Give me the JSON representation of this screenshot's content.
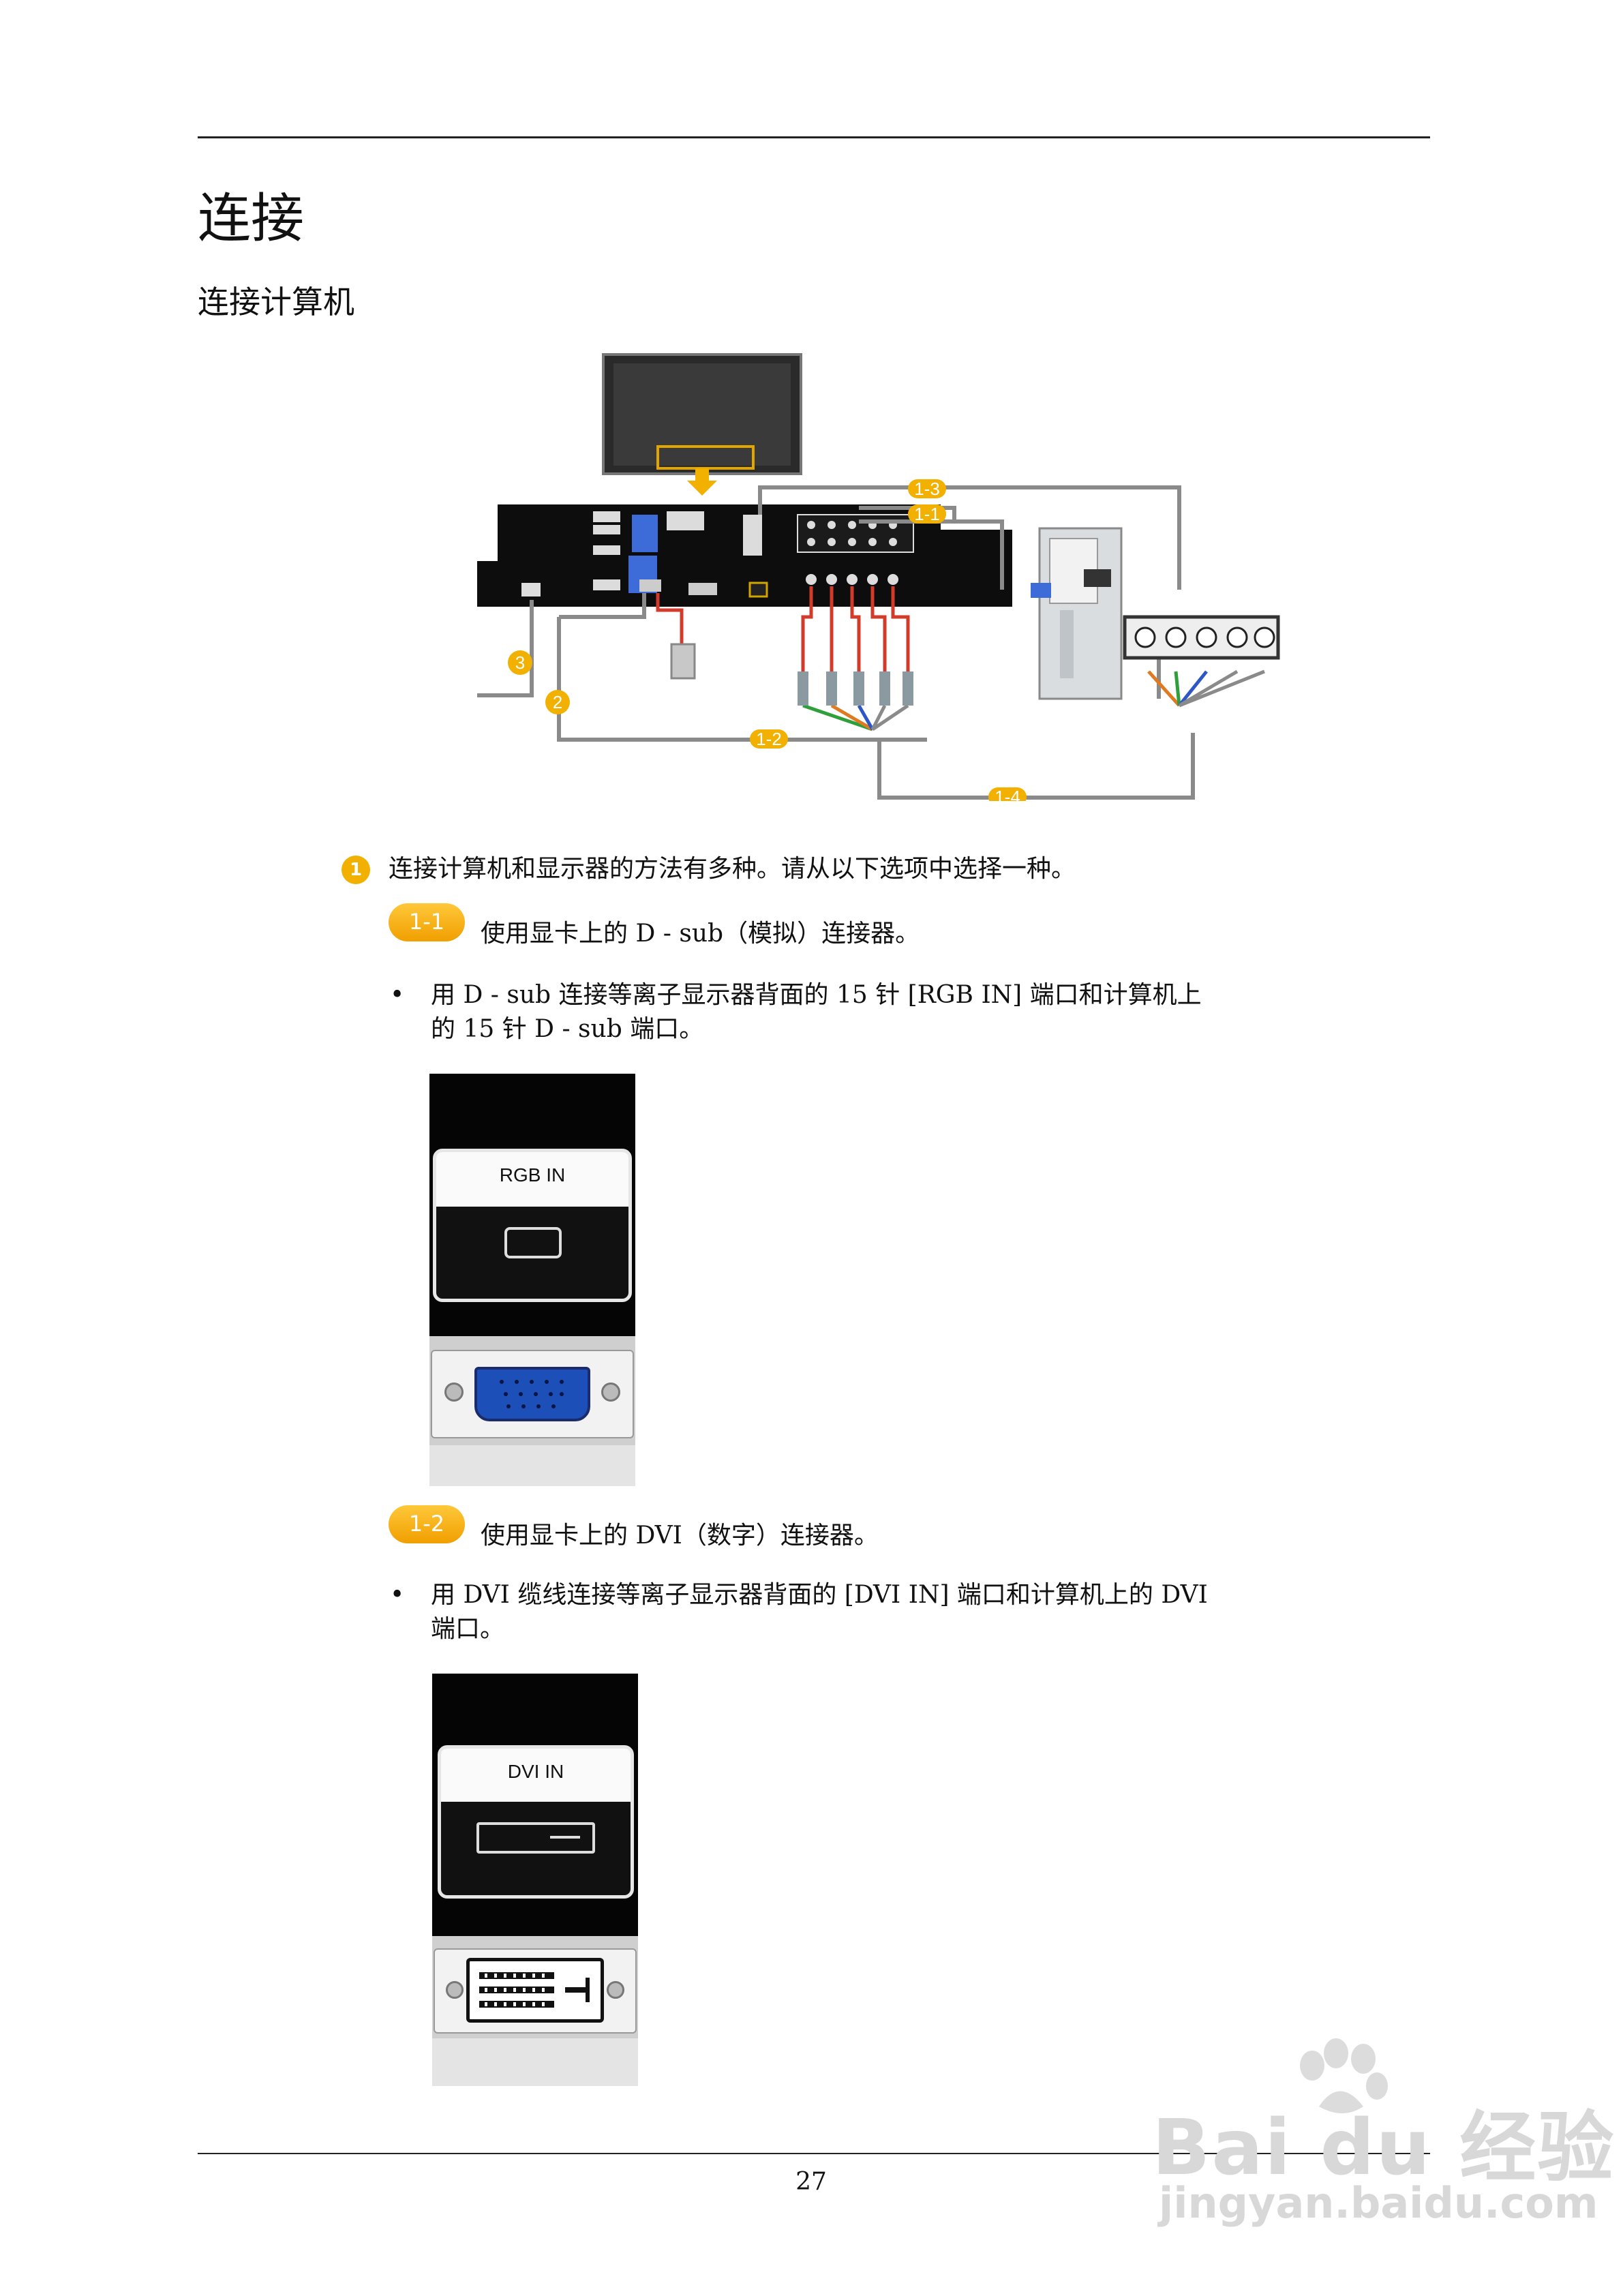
{
  "page": {
    "heading": "连接",
    "subheading": "连接计算机",
    "page_number": "27"
  },
  "diagram": {
    "labels": {
      "l13": "1-3",
      "l11": "1-1",
      "l12": "1-2",
      "l14": "1-4",
      "n2": "2",
      "n3": "3"
    }
  },
  "step1": {
    "number": "1",
    "text": "连接计算机和显示器的方法有多种。请从以下选项中选择一种。"
  },
  "opt11": {
    "badge": "1-1",
    "title": "使用显卡上的 D - sub（模拟）连接器。",
    "bullet_line1": "用 D - sub 连接等离子显示器背面的 15 针 [RGB IN] 端口和计算机上",
    "bullet_line2": "的 15 针 D - sub 端口。",
    "port_label": "RGB IN"
  },
  "opt12": {
    "badge": "1-2",
    "title": "使用显卡上的 DVI（数字）连接器。",
    "bullet_line1": "用 DVI 缆线连接等离子显示器背面的 [DVI IN] 端口和计算机上的 DVI",
    "bullet_line2": "端口。",
    "port_label": "DVI IN"
  },
  "watermark": {
    "brand": "Bai du 经验",
    "url": "jingyan.baidu.com"
  },
  "colors": {
    "accent": "#f2b000",
    "cable": "#8a8a8a",
    "panel": "#111111",
    "vga_blue": "#1d4fb8"
  }
}
